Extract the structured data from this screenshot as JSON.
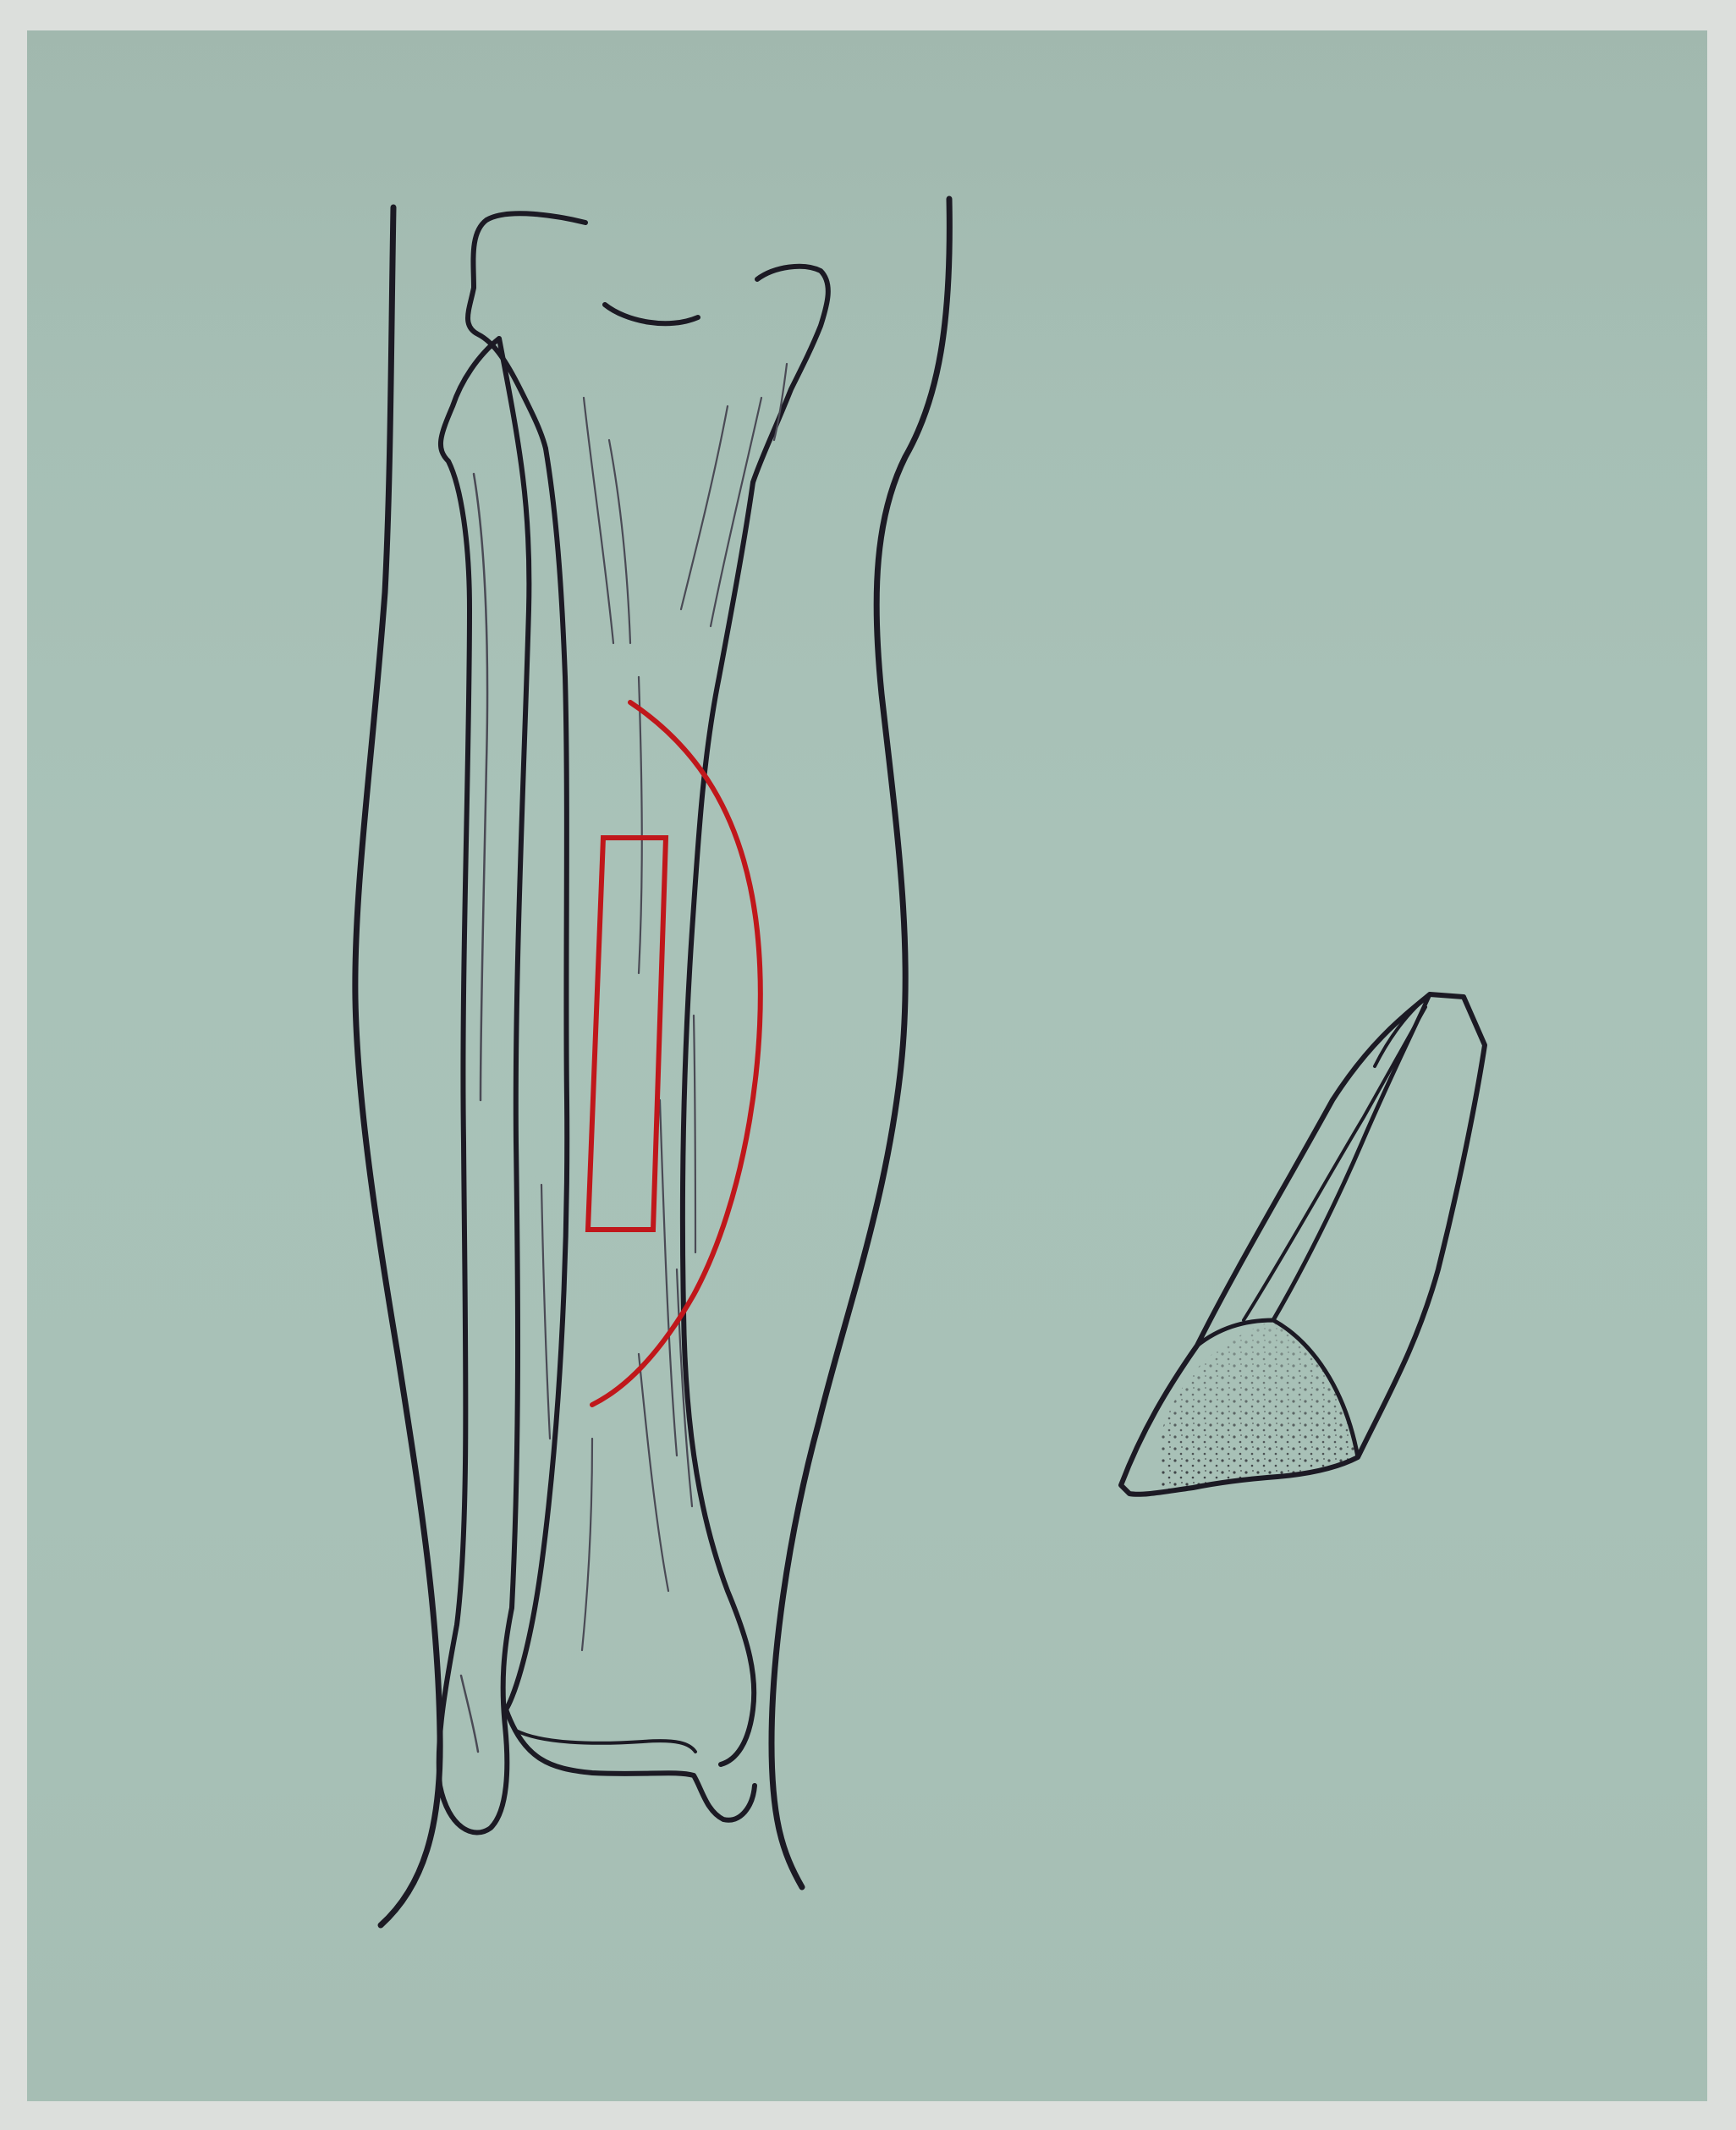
{
  "figure": {
    "subject": "tibia-bone-graft-harvest",
    "colors": {
      "background_page": "#dcdfdc",
      "plate": "#a8c1b7",
      "outline": "#1c1a24",
      "bone_line": "#3a3a42",
      "incision": "#c0171b"
    },
    "elements": [
      "leg-outline",
      "fibula",
      "tibia",
      "skin-incision-arc",
      "graft-site-rectangle",
      "harvested-bone-graft"
    ]
  }
}
